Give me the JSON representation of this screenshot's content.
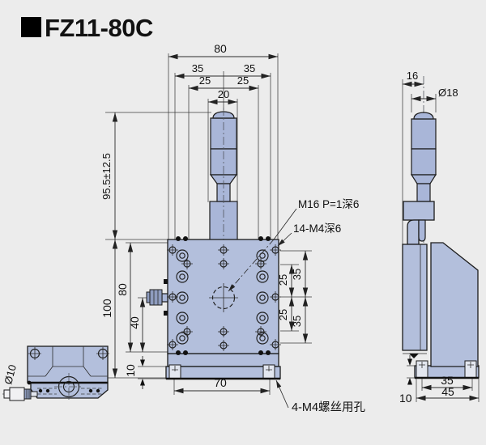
{
  "title": {
    "text": "FZ11-80C"
  },
  "front_view": {
    "top_dims": {
      "total_width": "80",
      "mount_span_left": "35",
      "mount_span_right": "35",
      "inner_span_left": "25",
      "inner_span_right": "25",
      "spindle_width": "20"
    },
    "left_dims": {
      "height_with_travel": "95.5±12.5",
      "total_height": "100",
      "body_height": "80",
      "knob_center_height": "40",
      "base_height": "10"
    },
    "right_dims": {
      "upper_inner": "25",
      "upper_outer": "35",
      "lower_inner": "25",
      "lower_outer": "35"
    },
    "bottom_dims": {
      "base_hole_span": "70"
    },
    "annotations": {
      "center_thread": "M16 P=1深6",
      "face_threads": "14-M4深6",
      "base_screw_holes": "4-M4螺丝用孔"
    }
  },
  "side_view": {
    "dims": {
      "spindle_offset": "16",
      "spindle_diameter": "Ø18",
      "foot_span": "35",
      "total_depth": "45",
      "base_height": "10"
    }
  },
  "top_view": {
    "dims": {
      "knob_diameter": "Ø10"
    }
  },
  "colors": {
    "bg": "#ececec",
    "body": "#b3bfdc",
    "metal": "#a9b6d8",
    "light": "#e2e6ef",
    "knob": "#f1f1f3",
    "line": "#1c1c1c",
    "text": "#111111"
  }
}
